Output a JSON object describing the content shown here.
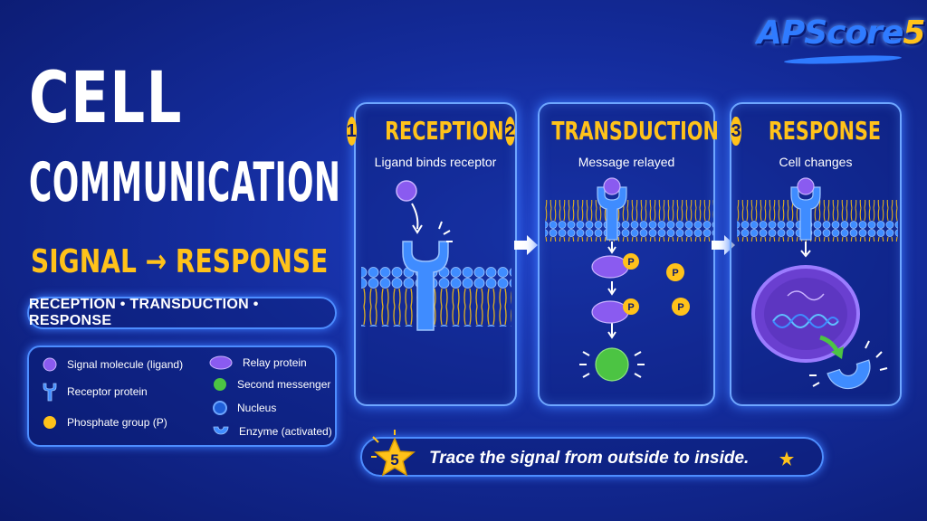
{
  "brand": {
    "logo_main": "APScore",
    "logo_num": "5"
  },
  "header": {
    "title_line1": "CELL",
    "title_line2": "COMMUNICATION",
    "subtitle": "SIGNAL → RESPONSE",
    "steps_summary": "RECEPTION • TRANSDUCTION • RESPONSE"
  },
  "legend": {
    "items": [
      {
        "label": "Signal molecule (ligand)",
        "icon": "ligand-icon",
        "color": "#8a5bf0"
      },
      {
        "label": "Receptor protein",
        "icon": "receptor-icon",
        "color": "#3f8cff"
      },
      {
        "label": "Phosphate group (P)",
        "icon": "phosphate-icon",
        "color": "#ffc21a"
      },
      {
        "label": "Relay protein",
        "icon": "relay-protein-icon",
        "color": "#8a5bf0"
      },
      {
        "label": "Second messenger",
        "icon": "second-messenger-icon",
        "color": "#4cc443"
      },
      {
        "label": "Nucleus",
        "icon": "nucleus-icon",
        "color": "#1f5fd8"
      },
      {
        "label": "Enzyme (activated)",
        "icon": "enzyme-icon",
        "color": "#3f8cff"
      }
    ]
  },
  "panels": [
    {
      "number": "1",
      "title": "RECEPTION",
      "subtitle": "Ligand binds receptor"
    },
    {
      "number": "2",
      "title": "TRANSDUCTION",
      "subtitle": "Message relayed"
    },
    {
      "number": "3",
      "title": "RESPONSE",
      "subtitle": "Cell changes"
    }
  ],
  "labels": {
    "phosphate": "P"
  },
  "prompt": {
    "badge_number": "5",
    "text": "Trace the signal from outside to inside."
  },
  "colors": {
    "accent_yellow": "#ffc21a",
    "glow_blue": "#4d8dff",
    "purple": "#8a5bf0",
    "green": "#4cc443",
    "receptor_blue": "#3f8cff"
  }
}
